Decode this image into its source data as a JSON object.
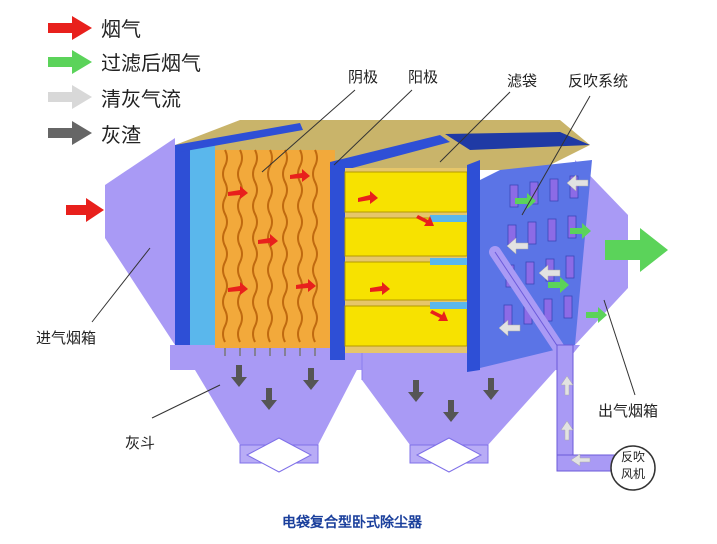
{
  "legend": [
    {
      "label": "烟气",
      "color": "#e8201c"
    },
    {
      "label": "过滤后烟气",
      "color": "#5bd35a"
    },
    {
      "label": "清灰气流",
      "color": "#d8d8d8"
    },
    {
      "label": "灰渣",
      "color": "#666666"
    }
  ],
  "labels": {
    "cathode": "阴极",
    "anode": "阳极",
    "filter_bag": "滤袋",
    "back_blow": "反吹系统",
    "inlet_box": "进气烟箱",
    "ash_hopper": "灰斗",
    "outlet_box": "出气烟箱",
    "fan_line1": "反吹",
    "fan_line2": "风机"
  },
  "caption": "电袋复合型卧式除尘器",
  "colors": {
    "housing": "#a99af5",
    "housing_dark": "#7f70e8",
    "blue_frame": "#2e4fd6",
    "electrode_orange": "#f2a93b",
    "bag_yellow": "#f7e200",
    "cyan_plate": "#5ab7ec"
  }
}
